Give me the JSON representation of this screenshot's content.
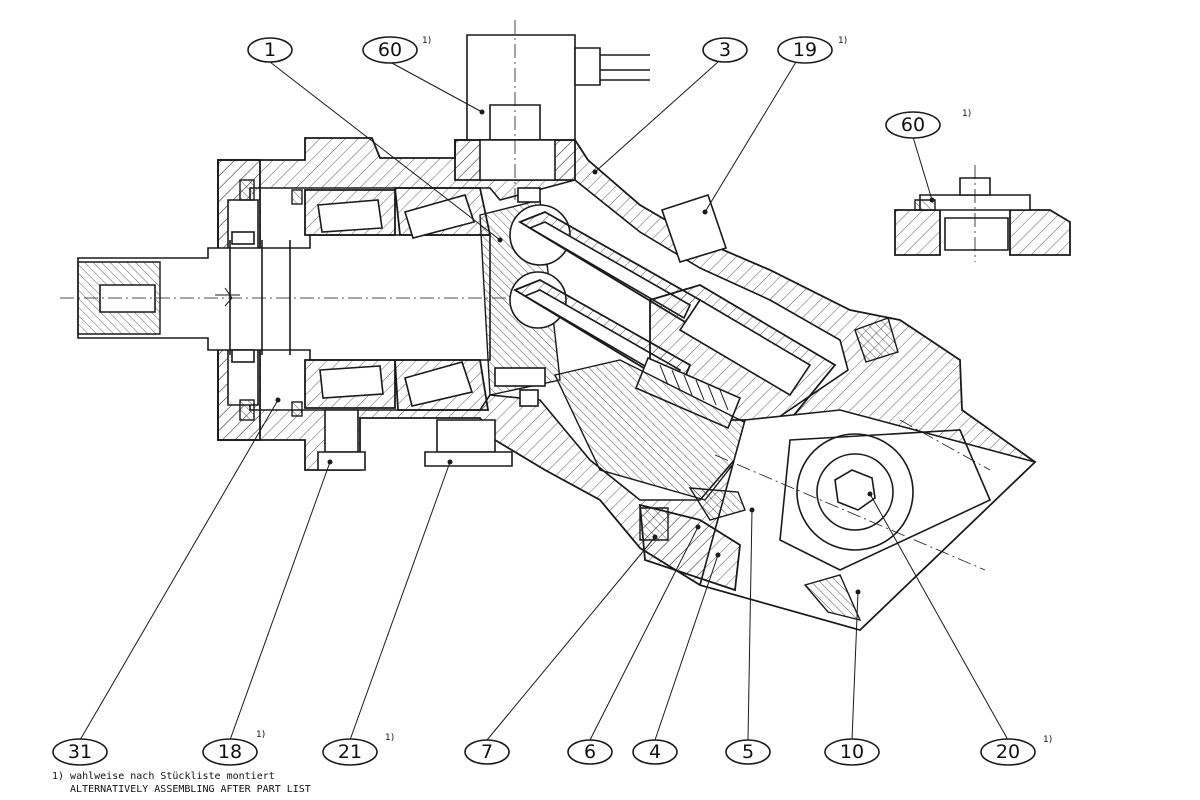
{
  "balloons": {
    "b1": {
      "label": "1",
      "note": ""
    },
    "b60a": {
      "label": "60",
      "note": "1)"
    },
    "b3": {
      "label": "3",
      "note": ""
    },
    "b19": {
      "label": "19",
      "note": "1)"
    },
    "b60b": {
      "label": "60",
      "note": "1)"
    },
    "b31": {
      "label": "31",
      "note": ""
    },
    "b18": {
      "label": "18",
      "note": "1)"
    },
    "b21": {
      "label": "21",
      "note": "1)"
    },
    "b7": {
      "label": "7",
      "note": ""
    },
    "b6": {
      "label": "6",
      "note": ""
    },
    "b4": {
      "label": "4",
      "note": ""
    },
    "b5": {
      "label": "5",
      "note": ""
    },
    "b10": {
      "label": "10",
      "note": ""
    },
    "b20": {
      "label": "20",
      "note": "1)"
    }
  },
  "footnote": {
    "line1": "1) wahlweise nach Stückliste montiert",
    "line2": "ALTERNATIVELY ASSEMBLING AFTER PART LIST"
  }
}
